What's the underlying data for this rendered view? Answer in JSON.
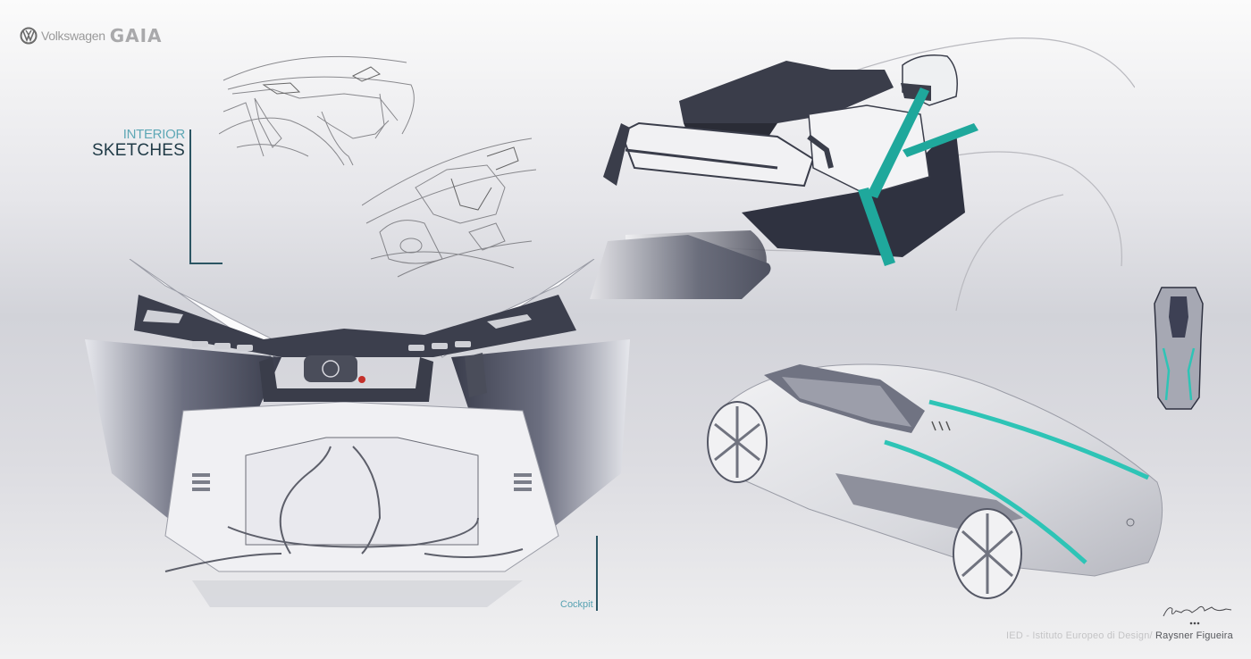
{
  "header": {
    "brand": "Volkswagen",
    "model": "GAIA",
    "logo_icon": "vw-logo-icon"
  },
  "section": {
    "kicker": "INTERIOR",
    "heading": "SKETCHES"
  },
  "illustrations": [
    {
      "name": "pencil-sketch-dashboard",
      "type": "pencil-sketch"
    },
    {
      "name": "pencil-sketch-steering-console",
      "type": "pencil-sketch"
    },
    {
      "name": "rendering-driver-side-view",
      "type": "marker-rendering"
    },
    {
      "name": "rendering-cockpit-front-view",
      "type": "marker-rendering"
    },
    {
      "name": "rendering-car-top-view",
      "type": "marker-rendering"
    },
    {
      "name": "rendering-car-three-quarter",
      "type": "marker-rendering"
    }
  ],
  "labels": {
    "cockpit": "Cockpit"
  },
  "footer": {
    "institution": "IED - Istituto Europeo di Design/",
    "author": "Raysner Figueira",
    "signature": "Raysner Figueira"
  },
  "colors": {
    "accent_teal": "#2ec4b6",
    "title_dark": "#1f3a46",
    "title_light": "#5fa8b6",
    "line": "#2b5563",
    "panel_dark": "#3a3d4a"
  }
}
